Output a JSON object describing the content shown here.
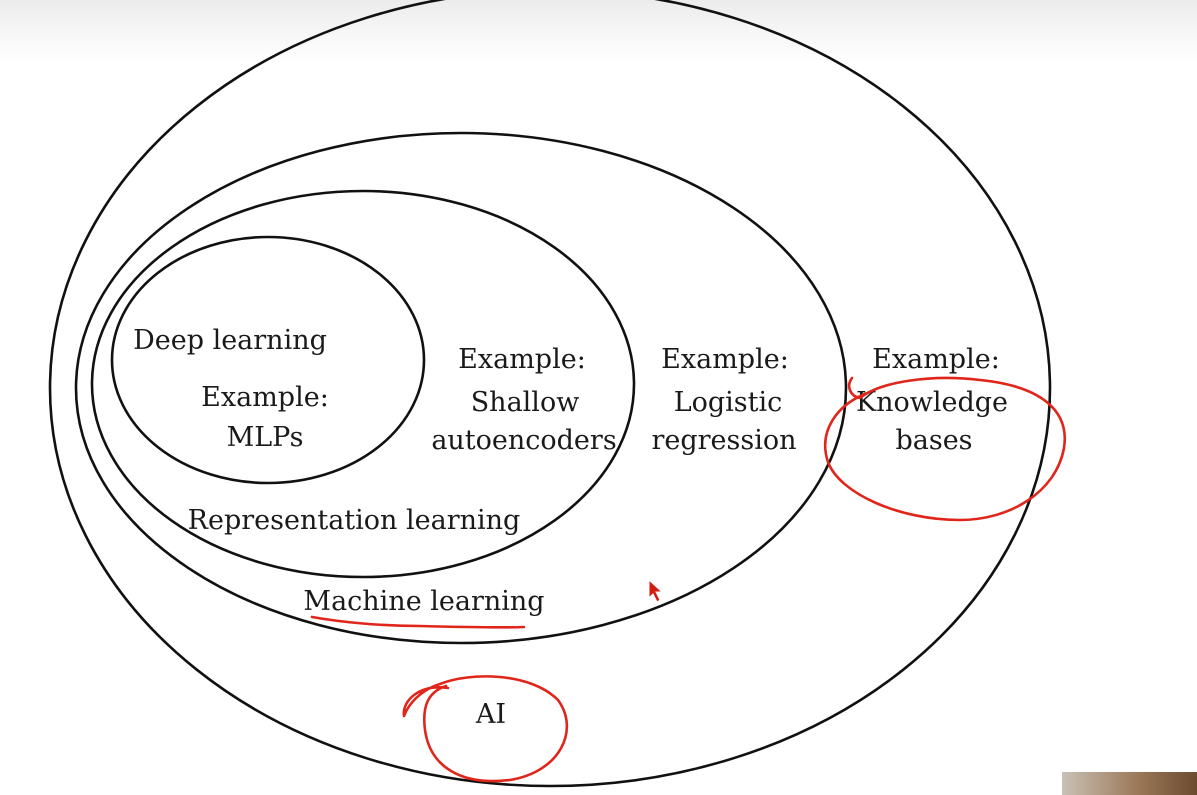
{
  "diagram": {
    "labels": {
      "deep_learning": "Deep learning",
      "dl_example_heading": "Example:",
      "dl_example": "MLPs",
      "rl_example_heading": "Example:",
      "rl_example_line1": "Shallow",
      "rl_example_line2": "autoencoders",
      "representation_learning": "Representation learning",
      "ml_example_heading": "Example:",
      "ml_example_line1": "Logistic",
      "ml_example_line2": "regression",
      "machine_learning": "Machine learning",
      "ai_example_heading": "Example:",
      "ai_example_line1": "Knowledge",
      "ai_example_line2": "bases",
      "ai": "AI"
    },
    "colors": {
      "outline": "#111111",
      "annotation": "#e0251b",
      "cursor_fill": "#d41b12"
    },
    "icons": {
      "cursor": "mouse-pointer-icon"
    }
  }
}
